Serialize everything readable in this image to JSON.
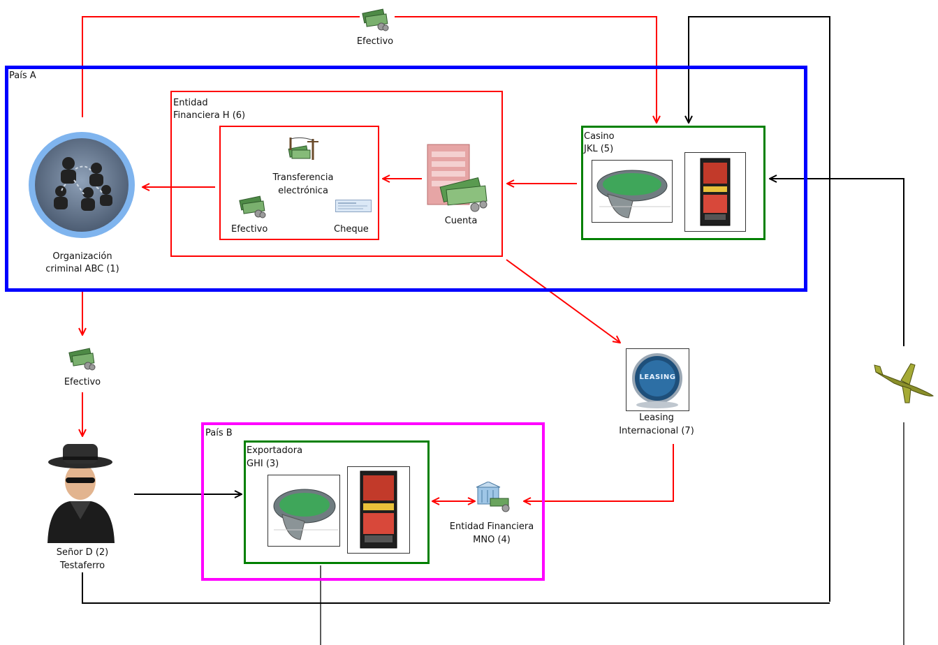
{
  "countries": {
    "a": "País A",
    "b": "País B"
  },
  "top_cash_label": "Efectivo",
  "org": {
    "name_line1": "Organización",
    "name_line2": "criminal ABC (1)"
  },
  "bank_h": {
    "name_line1": "Entidad",
    "name_line2": "Financiera H (6)",
    "transfer_line1": "Transferencia",
    "transfer_line2": "electrónica",
    "cash": "Efectivo",
    "check": "Cheque",
    "account": "Cuenta"
  },
  "casino": {
    "name_line1": "Casino",
    "name_line2": "JKL (5)"
  },
  "cash_mid_label": "Efectivo",
  "leasing": {
    "logo_text": "LEASING",
    "name_line1": "Leasing",
    "name_line2": "Internacional (7)"
  },
  "mr_d": {
    "name_line1": "Señor D (2)",
    "name_line2": "Testaferro"
  },
  "exporter": {
    "name_line1": "Exportadora",
    "name_line2": "GHI (3)"
  },
  "bank_mno": {
    "name_line1": "Entidad Financiera",
    "name_line2": "MNO (4)"
  },
  "colors": {
    "country_a": "#0000ff",
    "country_b": "#ff00ff",
    "red_flow": "#ff0000",
    "green_box": "#008000",
    "black_flow": "#000000"
  },
  "icons": {
    "cash": "cash-bundle-icon",
    "transfer": "wire-transfer-icon",
    "check": "cheque-icon",
    "account": "bank-account-icon",
    "table": "gaming-table-icon",
    "slot": "slot-machine-icon",
    "org": "criminal-network-icon",
    "mr_d": "spy-person-icon",
    "bank": "bank-building-icon",
    "plane": "airplane-icon",
    "leasing": "leasing-logo-icon"
  }
}
